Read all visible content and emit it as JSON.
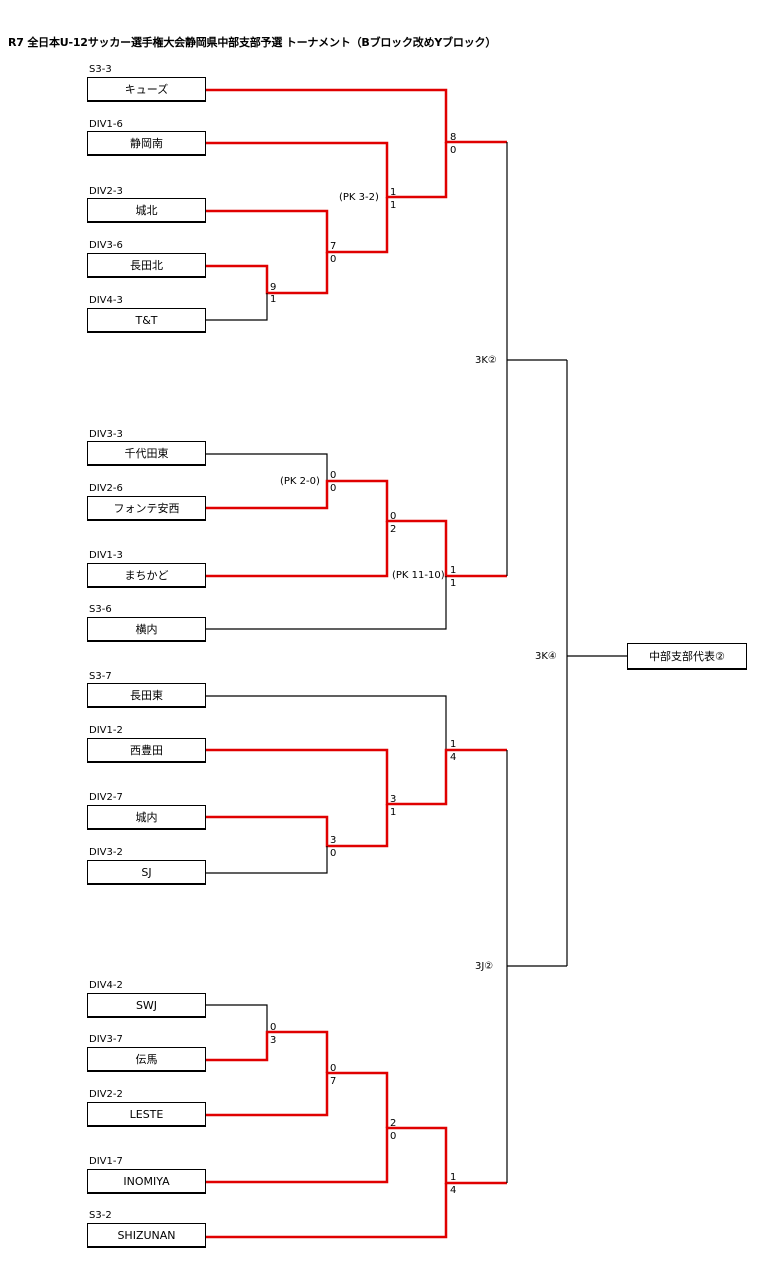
{
  "title": "R7 全日本U-12サッカー選手権大会静岡県中部支部予選 トーナメント（Bブロック改めYブロック）",
  "colors": {
    "winner_line": "#e00000",
    "line": "#000000"
  },
  "teams": [
    {
      "seed": "S3-3",
      "name": "キューズ"
    },
    {
      "seed": "DIV1-6",
      "name": "静岡南"
    },
    {
      "seed": "DIV2-3",
      "name": "城北"
    },
    {
      "seed": "DIV3-6",
      "name": "長田北"
    },
    {
      "seed": "DIV4-3",
      "name": "T&T"
    },
    {
      "seed": "DIV3-3",
      "name": "千代田東"
    },
    {
      "seed": "DIV2-6",
      "name": "フォンテ安西"
    },
    {
      "seed": "DIV1-3",
      "name": "まちかど"
    },
    {
      "seed": "S3-6",
      "name": "横内"
    },
    {
      "seed": "S3-7",
      "name": "長田東"
    },
    {
      "seed": "DIV1-2",
      "name": "西豊田"
    },
    {
      "seed": "DIV2-7",
      "name": "城内"
    },
    {
      "seed": "DIV3-2",
      "name": "SJ"
    },
    {
      "seed": "DIV4-2",
      "name": "SWJ"
    },
    {
      "seed": "DIV3-7",
      "name": "伝馬"
    },
    {
      "seed": "DIV2-2",
      "name": "LESTE"
    },
    {
      "seed": "DIV1-7",
      "name": "INOMIYA"
    },
    {
      "seed": "S3-2",
      "name": "SHIZUNAN"
    }
  ],
  "scores": [
    {
      "top": "9",
      "bottom": "1"
    },
    {
      "top": "7",
      "bottom": "0"
    },
    {
      "top": "1",
      "bottom": "1",
      "pk": "(PK 3-2)"
    },
    {
      "top": "8",
      "bottom": "0"
    },
    {
      "top": "0",
      "bottom": "0",
      "pk": "(PK 2-0)"
    },
    {
      "top": "0",
      "bottom": "2"
    },
    {
      "top": "1",
      "bottom": "1",
      "pk": "(PK 11-10)"
    },
    {
      "top": "3",
      "bottom": "0"
    },
    {
      "top": "3",
      "bottom": "1"
    },
    {
      "top": "1",
      "bottom": "4"
    },
    {
      "top": "0",
      "bottom": "3"
    },
    {
      "top": "0",
      "bottom": "7"
    },
    {
      "top": "2",
      "bottom": "0"
    },
    {
      "top": "1",
      "bottom": "4"
    }
  ],
  "match_labels": {
    "upper_semi": "3K②",
    "lower_semi": "3J②",
    "final": "3K④"
  },
  "final_result": "中部支部代表②"
}
